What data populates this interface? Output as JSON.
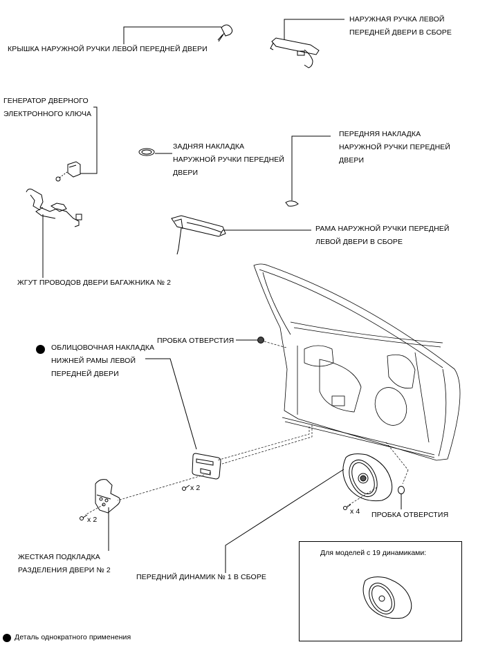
{
  "diagram": {
    "title": "Front door components exploded view",
    "parts": [
      {
        "id": "outside-handle-cover",
        "lines": [
          "КРЫШКА НАРУЖНОЙ РУЧКИ ЛЕВОЙ ПЕРЕДНЕЙ ДВЕРИ"
        ]
      },
      {
        "id": "outside-handle-assy",
        "lines": [
          "НАРУЖНАЯ РУЧКА ЛЕВОЙ",
          "ПЕРЕДНЕЙ ДВЕРИ В СБОРЕ"
        ]
      },
      {
        "id": "electrical-key-oscillator",
        "lines": [
          "ГЕНЕРАТОР ДВЕРНОГО",
          "ЭЛЕКТРОННОГО КЛЮЧА"
        ]
      },
      {
        "id": "rear-handle-pad",
        "lines": [
          "ЗАДНЯЯ НАКЛАДКА",
          "НАРУЖНОЙ РУЧКИ ПЕРЕДНЕЙ",
          "ДВЕРИ"
        ]
      },
      {
        "id": "front-handle-pad",
        "lines": [
          "ПЕРЕДНЯЯ НАКЛАДКА",
          "НАРУЖНОЙ РУЧКИ ПЕРЕДНЕЙ",
          "ДВЕРИ"
        ]
      },
      {
        "id": "handle-frame-assy",
        "lines": [
          "РАМА НАРУЖНОЙ РУЧКИ ПЕРЕДНЕЙ",
          "ЛЕВОЙ ДВЕРИ В СБОРЕ"
        ]
      },
      {
        "id": "wire-harness",
        "lines": [
          "ЖГУТ ПРОВОДОВ ДВЕРИ БАГАЖНИКА № 2"
        ]
      },
      {
        "id": "hole-plug-upper",
        "lines": [
          "ПРОБКА ОТВЕРСТИЯ"
        ]
      },
      {
        "id": "lower-frame-garnish",
        "lines": [
          "ОБЛИЦОВОЧНАЯ НАКЛАДКА",
          "НИЖНЕЙ РАМЫ ЛЕВОЙ",
          "ПЕРЕДНЕЙ ДВЕРИ"
        ],
        "non_reusable": true
      },
      {
        "id": "hole-plug-lower",
        "lines": [
          "ПРОБКА ОТВЕРСТИЯ"
        ]
      },
      {
        "id": "door-service-hole-cover",
        "lines": [
          "ЖЕСТКАЯ ПОДКЛАДКА",
          "РАЗДЕЛЕНИЯ ДВЕРИ № 2"
        ]
      },
      {
        "id": "front-speaker-assy",
        "lines": [
          "ПЕРЕДНИЙ ДИНАМИК № 1 В СБОРЕ"
        ]
      }
    ],
    "quantities": {
      "garnish_screws": "x 2",
      "cover_screws": "x 2",
      "speaker_screws": "x 4"
    },
    "inset": {
      "title": "Для моделей с 19 динамиками:"
    },
    "legend": {
      "non_reusable": "Деталь однократного применения"
    }
  }
}
